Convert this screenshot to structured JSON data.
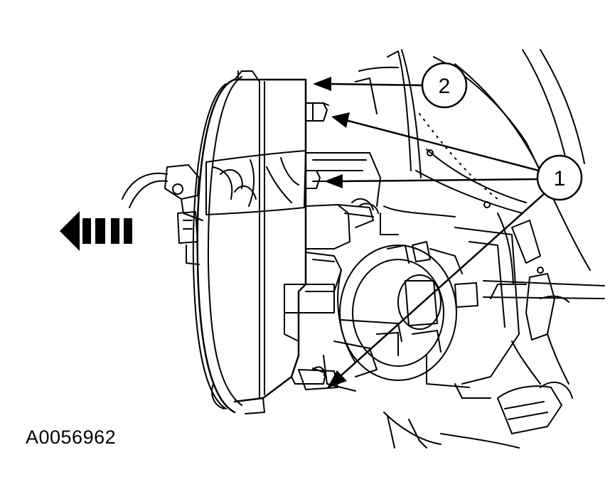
{
  "figure_id": "A0056962",
  "callouts": {
    "one": "1",
    "two": "2"
  },
  "colors": {
    "line": "#000000",
    "background": "#ffffff"
  },
  "icons": {
    "direction_arrow": "removal-direction-arrow-icon"
  }
}
